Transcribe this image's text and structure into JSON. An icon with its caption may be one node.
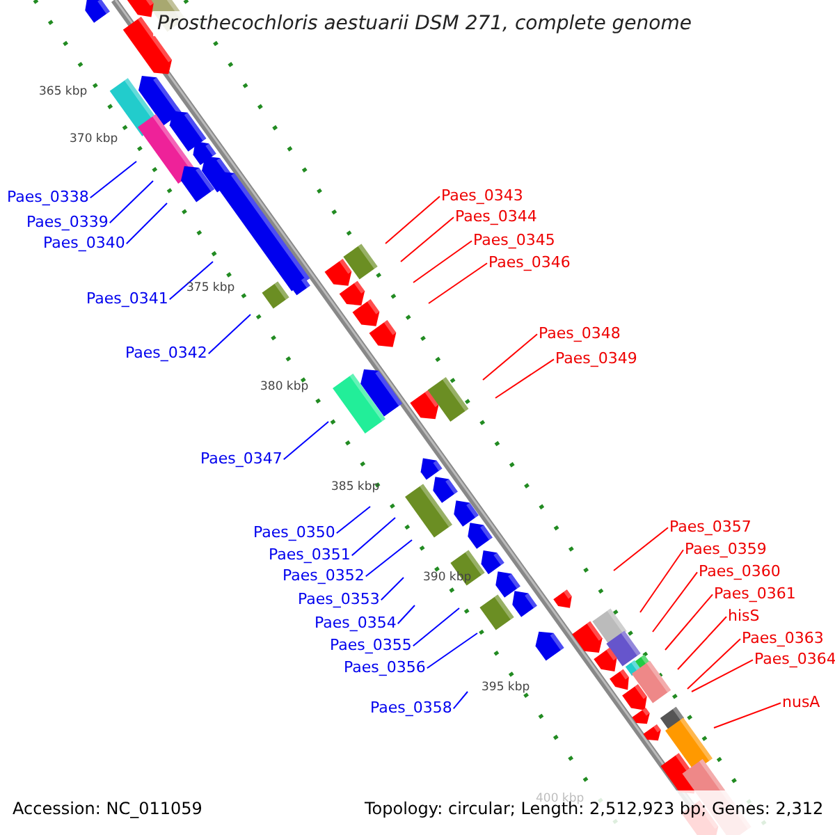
{
  "diagram": {
    "title": "Prosthecochloris aestuarii DSM 271, complete genome",
    "nodes": [
      {
        "text": [
          "Paes_0338"
        ]
      },
      {
        "text": [
          "Paes_0339"
        ]
      },
      {
        "text": [
          "Paes_0340"
        ]
      },
      {
        "text": [
          "Paes_0341"
        ]
      },
      {
        "text": [
          "Paes_0342"
        ]
      },
      {
        "text": [
          "Paes_0343"
        ]
      },
      {
        "text": [
          "Paes_0344"
        ]
      },
      {
        "text": [
          "Paes_0345"
        ]
      },
      {
        "text": [
          "Paes_0346"
        ]
      },
      {
        "text": [
          "Paes_0347"
        ]
      },
      {
        "text": [
          "Paes_0348"
        ]
      },
      {
        "text": [
          "Paes_0349"
        ]
      },
      {
        "text": [
          "Paes_0350"
        ]
      },
      {
        "text": [
          "Paes_0351"
        ]
      },
      {
        "text": [
          "Paes_0352"
        ]
      },
      {
        "text": [
          "Paes_0353"
        ]
      },
      {
        "text": [
          "Paes_0354"
        ]
      },
      {
        "text": [
          "Paes_0355"
        ]
      },
      {
        "text": [
          "Paes_0356"
        ]
      },
      {
        "text": [
          "Paes_0357"
        ]
      },
      {
        "text": [
          "Paes_0358"
        ]
      },
      {
        "text": [
          "Paes_0359"
        ]
      },
      {
        "text": [
          "Paes_0360"
        ]
      },
      {
        "text": [
          "Paes_0361"
        ]
      },
      {
        "text": [
          "hisS"
        ]
      },
      {
        "text": [
          "Paes_0363"
        ]
      },
      {
        "text": [
          "Paes_0364"
        ]
      },
      {
        "text": [
          "nusA"
        ]
      }
    ],
    "edges": [
      {
        "from": 0,
        "to": null,
        "arrow": "none",
        "color": "#0000ff"
      },
      {
        "from": 1,
        "to": null,
        "arrow": "none",
        "color": "#0000ff"
      },
      {
        "from": 2,
        "to": null,
        "arrow": "none",
        "color": "#0000ff"
      },
      {
        "from": 3,
        "to": null,
        "arrow": "none",
        "color": "#0000ff"
      },
      {
        "from": 4,
        "to": null,
        "arrow": "none",
        "color": "#0000ff"
      },
      {
        "from": 5,
        "to": null,
        "arrow": "none",
        "color": "#ff0000"
      },
      {
        "from": 6,
        "to": null,
        "arrow": "none",
        "color": "#ff0000"
      },
      {
        "from": 7,
        "to": null,
        "arrow": "none",
        "color": "#ff0000"
      },
      {
        "from": 8,
        "to": null,
        "arrow": "none",
        "color": "#ff0000"
      },
      {
        "from": 9,
        "to": null,
        "arrow": "none",
        "color": "#0000ff"
      },
      {
        "from": 10,
        "to": null,
        "arrow": "none",
        "color": "#ff0000"
      },
      {
        "from": 11,
        "to": null,
        "arrow": "none",
        "color": "#ff0000"
      },
      {
        "from": 12,
        "to": null,
        "arrow": "none",
        "color": "#0000ff"
      },
      {
        "from": 13,
        "to": null,
        "arrow": "none",
        "color": "#0000ff"
      },
      {
        "from": 14,
        "to": null,
        "arrow": "none",
        "color": "#0000ff"
      },
      {
        "from": 15,
        "to": null,
        "arrow": "none",
        "color": "#0000ff"
      },
      {
        "from": 16,
        "to": null,
        "arrow": "none",
        "color": "#0000ff"
      },
      {
        "from": 17,
        "to": null,
        "arrow": "none",
        "color": "#0000ff"
      },
      {
        "from": 18,
        "to": null,
        "arrow": "none",
        "color": "#0000ff"
      },
      {
        "from": 19,
        "to": null,
        "arrow": "none",
        "color": "#ff0000"
      },
      {
        "from": 20,
        "to": null,
        "arrow": "none",
        "color": "#0000ff"
      },
      {
        "from": 21,
        "to": null,
        "arrow": "none",
        "color": "#ff0000"
      },
      {
        "from": 22,
        "to": null,
        "arrow": "none",
        "color": "#ff0000"
      },
      {
        "from": 23,
        "to": null,
        "arrow": "none",
        "color": "#ff0000"
      },
      {
        "from": 24,
        "to": null,
        "arrow": "none",
        "color": "#ff0000"
      },
      {
        "from": 25,
        "to": null,
        "arrow": "none",
        "color": "#ff0000"
      },
      {
        "from": 26,
        "to": null,
        "arrow": "none",
        "color": "#ff0000"
      },
      {
        "from": 27,
        "to": null,
        "arrow": "none",
        "color": "#ff0000"
      }
    ],
    "labels": [
      "365 kbp",
      "370 kbp",
      "375 kbp",
      "380 kbp",
      "385 kbp",
      "390 kbp",
      "395 kbp",
      "400 kbp",
      "Accession: NC_011059",
      "Topology: circular; Length: 2,512,923 bp; Genes: 2,312"
    ]
  }
}
